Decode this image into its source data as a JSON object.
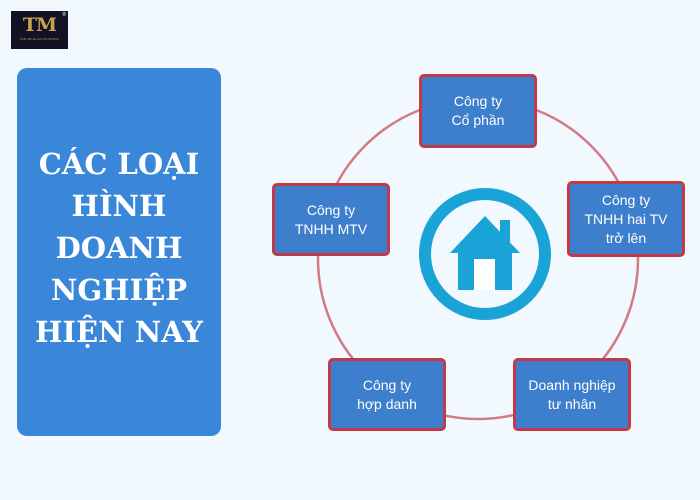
{
  "logo": {
    "mark": "TM",
    "subtitle": "TAM MINH ACCOUNTING",
    "registered": "®"
  },
  "title": {
    "text": "CÁC LOẠI\nHÌNH\nDOANH\nNGHIỆP\nHIỆN NAY"
  },
  "diagram": {
    "nodes": [
      {
        "label": "Công ty\nCổ phần"
      },
      {
        "label": "Công ty\nTNHH hai TV\ntrở lên"
      },
      {
        "label": "Doanh nghiệp\ntư nhân"
      },
      {
        "label": "Công ty\nhợp danh"
      },
      {
        "label": "Công ty\nTNHH MTV"
      }
    ],
    "center_icon": "house-icon"
  },
  "colors": {
    "background": "#f1f8fe",
    "title_panel": "#3a87d9",
    "node_fill": "#3d7fcc",
    "node_border": "#c23a47",
    "ring": "#d27b83",
    "icon_blue": "#19a3d6",
    "logo_bg": "#121226",
    "logo_gold": "#c9a24a"
  }
}
